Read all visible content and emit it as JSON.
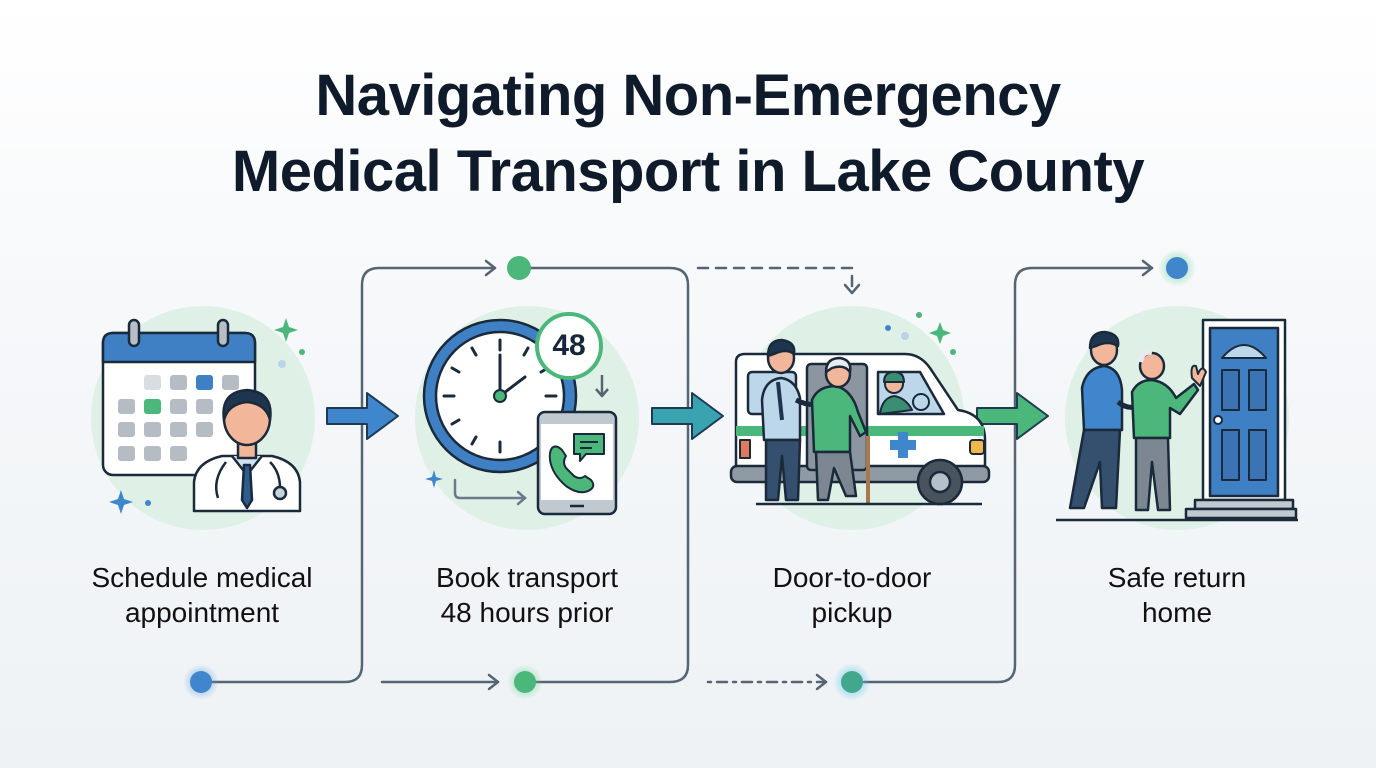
{
  "title": {
    "line1": "Navigating Non-Emergency",
    "line2": "Medical Transport in Lake County"
  },
  "steps": [
    {
      "line1": "Schedule medical",
      "line2": "appointment",
      "icon": "calendar-doctor-icon"
    },
    {
      "line1": "Book transport",
      "line2": "48 hours prior",
      "icon": "clock-phone-icon"
    },
    {
      "line1": "Door-to-door",
      "line2": "pickup",
      "icon": "van-pickup-icon"
    },
    {
      "line1": "Safe return",
      "line2": "home",
      "icon": "home-door-icon"
    }
  ],
  "badge": {
    "value": "48"
  },
  "colors": {
    "title": "#0f1b2a",
    "blue": "#3f86cc",
    "teal": "#3a9fb0",
    "green": "#4bb77a",
    "connector": "#566573",
    "circle_bg": "#dff1e6"
  }
}
